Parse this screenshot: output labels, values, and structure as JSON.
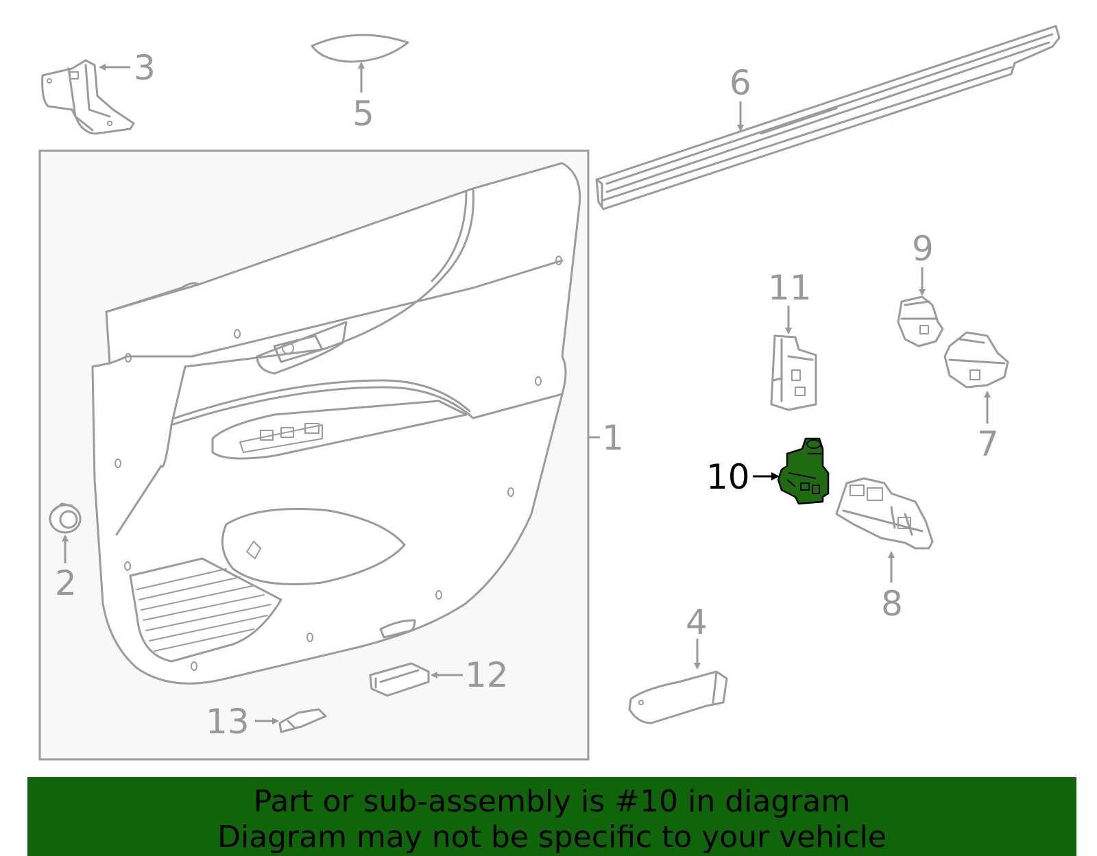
{
  "callouts": {
    "c1": "1",
    "c2": "2",
    "c3": "3",
    "c4": "4",
    "c5": "5",
    "c6": "6",
    "c7": "7",
    "c8": "8",
    "c9": "9",
    "c10": "10",
    "c11": "11",
    "c12": "12",
    "c13": "13"
  },
  "highlighted_part": "10",
  "colors": {
    "highlight_fill": "#1e6b10",
    "banner_background": "#10640a",
    "line_art": "#9b9b9b",
    "inset_background": "#f8f8f8"
  },
  "banner": {
    "line1": "Part or sub-assembly is #10 in diagram",
    "line2": "Diagram may not be specific to your vehicle"
  }
}
